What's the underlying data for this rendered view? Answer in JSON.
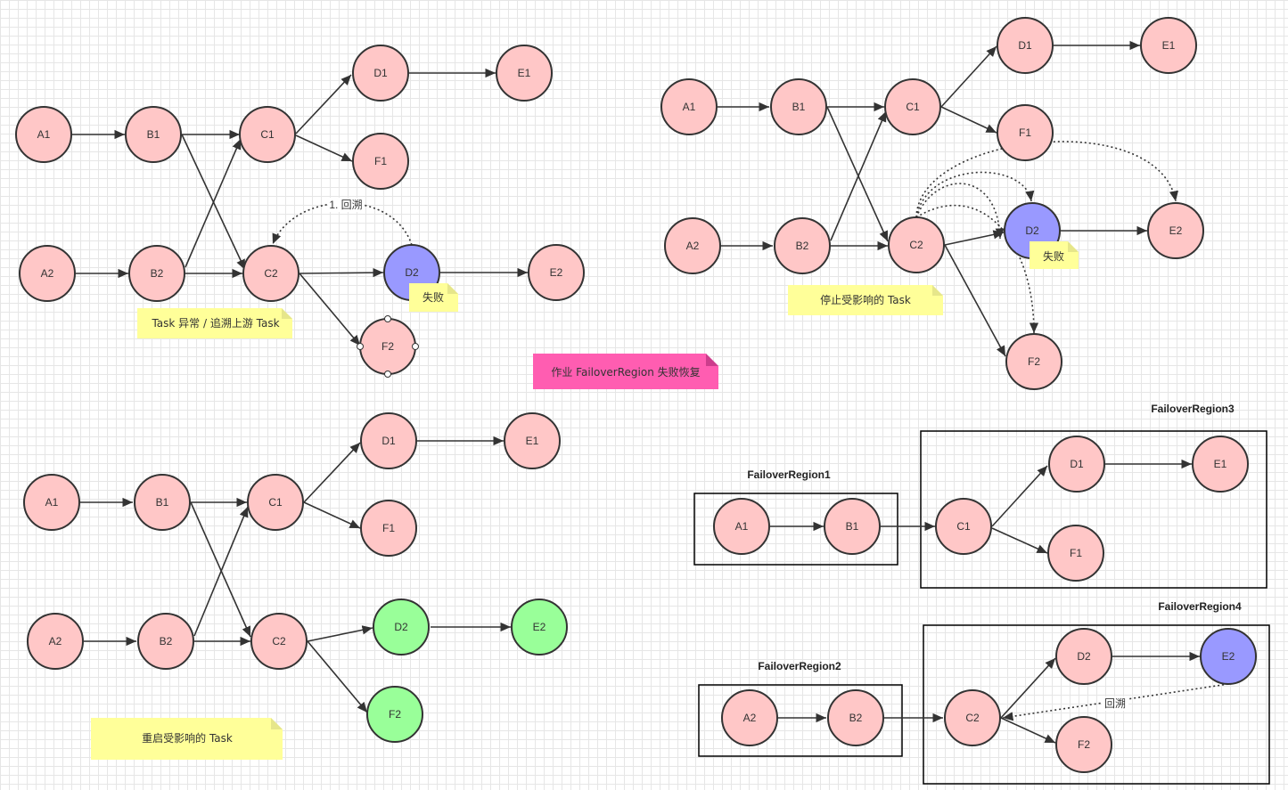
{
  "colors": {
    "node_default": "#ffc7c7",
    "node_failed": "#9999ff",
    "node_restarted": "#99ff99",
    "note_yellow": "#ffff99",
    "note_pink": "#ff5db1",
    "stroke": "#333333"
  },
  "title_note": "作业 FailoverRegion 失败恢复",
  "panel1": {
    "nodes": {
      "a1": "A1",
      "b1": "B1",
      "c1": "C1",
      "d1": "D1",
      "e1": "E1",
      "f1": "F1",
      "a2": "A2",
      "b2": "B2",
      "c2": "C2",
      "d2": "D2",
      "e2": "E2",
      "f2": "F2"
    },
    "backtrack_label": "1. 回溯",
    "fail_note": "失败",
    "note": "Task 异常 / 追溯上游 Task"
  },
  "panel2": {
    "nodes": {
      "a1": "A1",
      "b1": "B1",
      "c1": "C1",
      "d1": "D1",
      "e1": "E1",
      "f1": "F1",
      "a2": "A2",
      "b2": "B2",
      "c2": "C2",
      "d2": "D2",
      "e2": "E2",
      "f2": "F2"
    },
    "fail_note": "失败",
    "note": "停止受影响的 Task"
  },
  "panel3": {
    "nodes": {
      "a1": "A1",
      "b1": "B1",
      "c1": "C1",
      "d1": "D1",
      "e1": "E1",
      "f1": "F1",
      "a2": "A2",
      "b2": "B2",
      "c2": "C2",
      "d2": "D2",
      "e2": "E2",
      "f2": "F2"
    },
    "note": "重启受影响的 Task"
  },
  "panel4": {
    "regions": {
      "r1": "FailoverRegion1",
      "r2": "FailoverRegion2",
      "r3": "FailoverRegion3",
      "r4": "FailoverRegion4"
    },
    "nodes": {
      "a1": "A1",
      "b1": "B1",
      "c1": "C1",
      "d1": "D1",
      "e1": "E1",
      "f1": "F1",
      "a2": "A2",
      "b2": "B2",
      "c2": "C2",
      "d2": "D2",
      "e2": "E2",
      "f2": "F2"
    },
    "backtrack_label": "回溯"
  }
}
